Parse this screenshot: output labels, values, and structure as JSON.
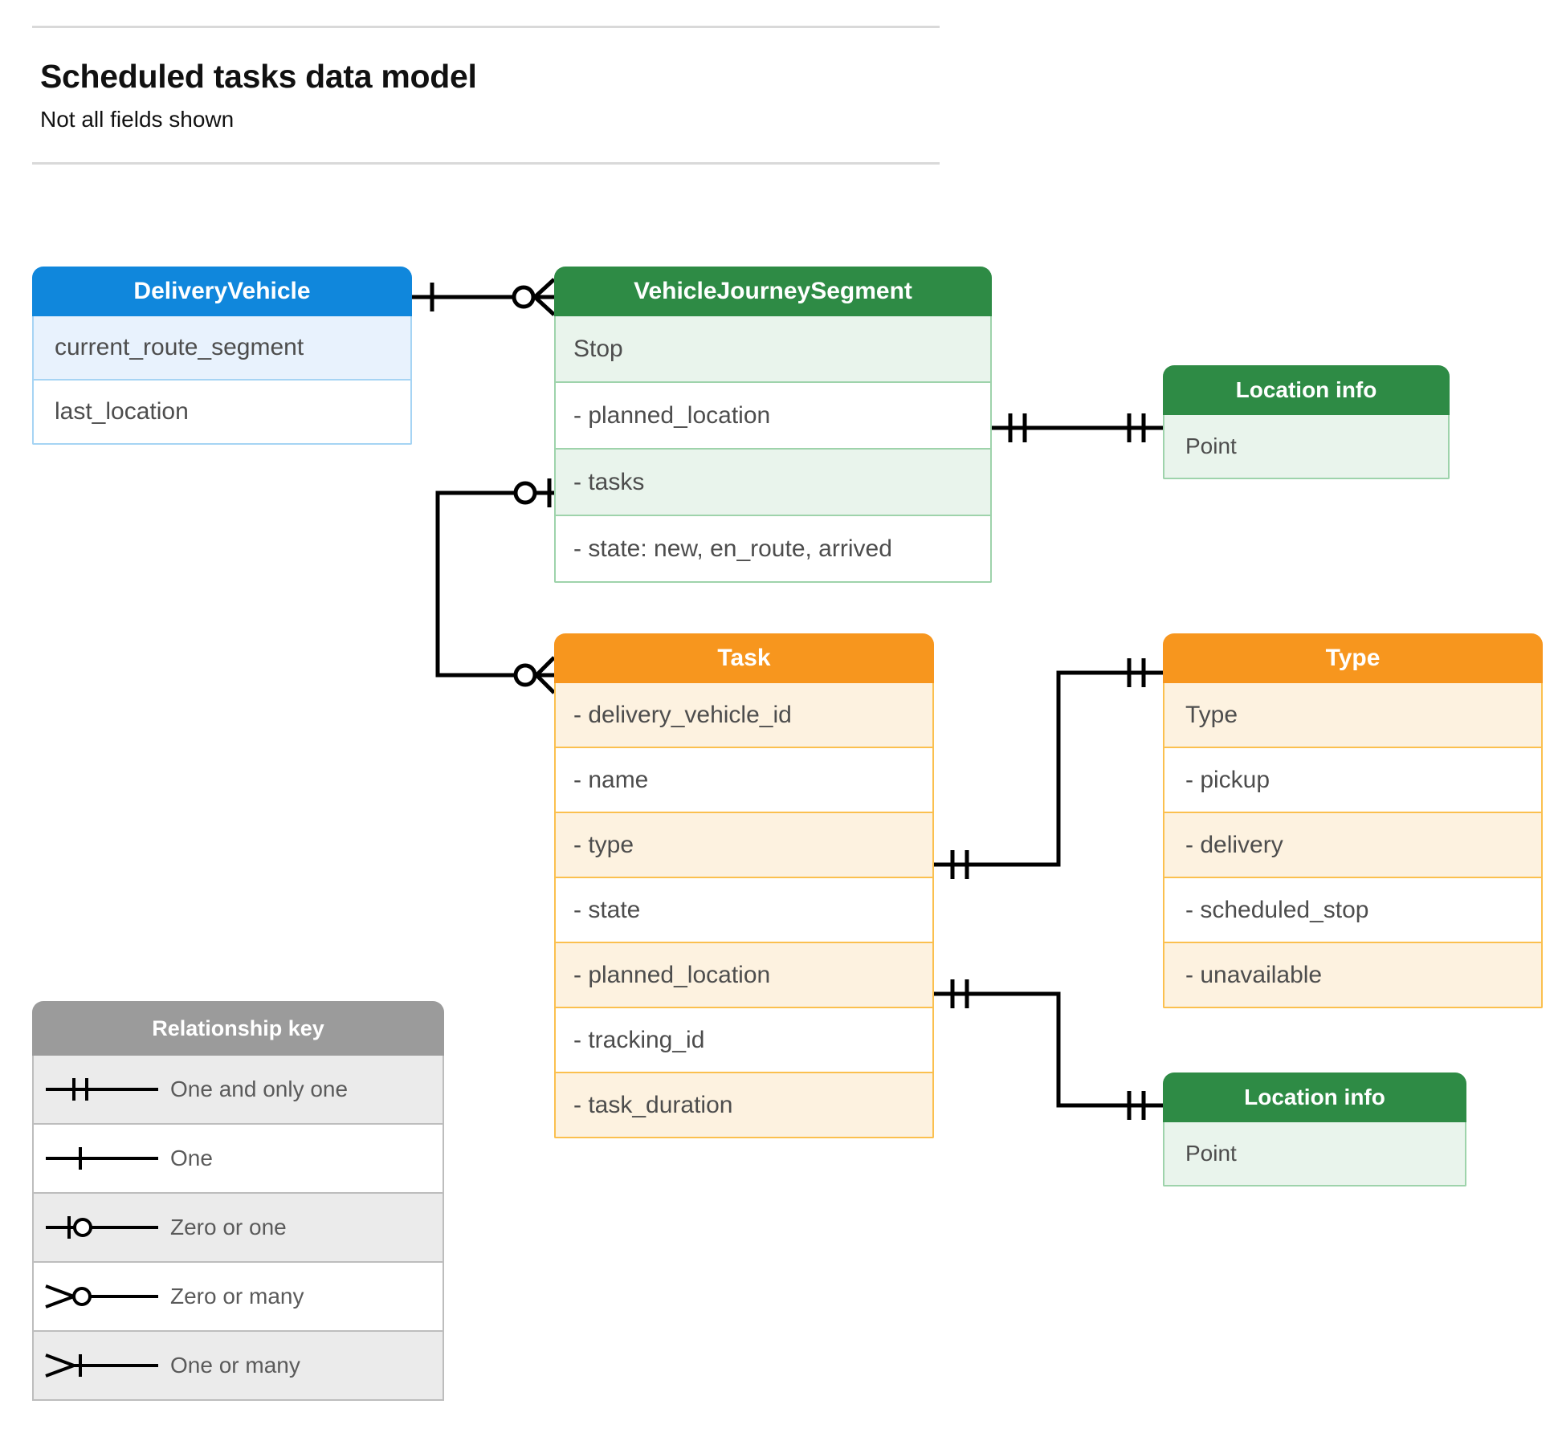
{
  "header": {
    "title": "Scheduled tasks data model",
    "subtitle": "Not all fields shown"
  },
  "entities": {
    "delivery_vehicle": {
      "title": "DeliveryVehicle",
      "rows": [
        "current_route_segment",
        "last_location"
      ],
      "color": "#1087dc"
    },
    "vehicle_journey_segment": {
      "title": "VehicleJourneySegment",
      "rows": [
        "Stop",
        "-  planned_location",
        "- tasks",
        "- state: new, en_route, arrived"
      ],
      "color": "#2e8b45"
    },
    "location_info_top": {
      "title": "Location info",
      "rows": [
        "Point"
      ],
      "color": "#2e8b45"
    },
    "task": {
      "title": "Task",
      "rows": [
        "- delivery_vehicle_id",
        "- name",
        "- type",
        "- state",
        "- planned_location",
        "- tracking_id",
        "- task_duration"
      ],
      "color": "#f7961e"
    },
    "type": {
      "title": "Type",
      "rows": [
        "Type",
        "-   pickup",
        "-   delivery",
        "-   scheduled_stop",
        "-   unavailable"
      ],
      "color": "#f7961e"
    },
    "location_info_bottom": {
      "title": "Location info",
      "rows": [
        "Point"
      ],
      "color": "#2e8b45"
    }
  },
  "legend": {
    "title": "Relationship key",
    "items": [
      {
        "label": "One and only one",
        "symbol": "one-and-only-one-symbol"
      },
      {
        "label": "One",
        "symbol": "one-symbol"
      },
      {
        "label": "Zero or one",
        "symbol": "zero-or-one-symbol"
      },
      {
        "label": "Zero or many",
        "symbol": "zero-or-many-symbol"
      },
      {
        "label": "One or many",
        "symbol": "one-or-many-symbol"
      }
    ]
  },
  "relationships": [
    {
      "from": "delivery_vehicle",
      "from_notation": "one",
      "to": "vehicle_journey_segment",
      "to_notation": "zero-or-many"
    },
    {
      "from": "vehicle_journey_segment.planned_location",
      "from_notation": "one-and-only-one",
      "to": "location_info_top",
      "to_notation": "one-and-only-one"
    },
    {
      "from": "vehicle_journey_segment.tasks",
      "from_notation": "zero-or-one",
      "to": "task",
      "to_notation": "zero-or-many"
    },
    {
      "from": "task.type",
      "from_notation": "one-and-only-one",
      "to": "type",
      "to_notation": "one-and-only-one"
    },
    {
      "from": "task.planned_location",
      "from_notation": "one-and-only-one",
      "to": "location_info_bottom",
      "to_notation": "one-and-only-one"
    }
  ],
  "colors": {
    "blue": "#1087dc",
    "green": "#2e8b45",
    "orange": "#f7961e",
    "gray": "#9b9b9b",
    "line": "#000000",
    "text": "#4d4d4d"
  }
}
